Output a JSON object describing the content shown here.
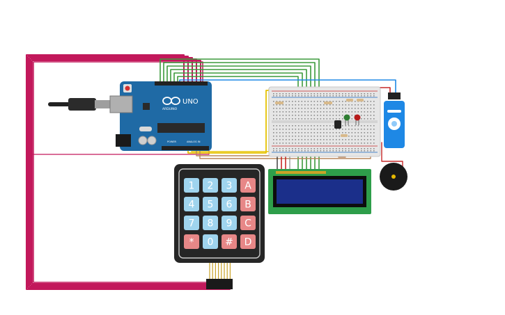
{
  "arduino": {
    "model_label": "UNO",
    "brand_label": "ARDUINO",
    "power_label": "POWER",
    "analog_label": "ANALOG IN"
  },
  "keypad": {
    "keys": [
      [
        "1",
        "2",
        "3",
        "A"
      ],
      [
        "4",
        "5",
        "6",
        "B"
      ],
      [
        "7",
        "8",
        "9",
        "C"
      ],
      [
        "*",
        "0",
        "#",
        "D"
      ]
    ]
  },
  "colors": {
    "board": "#1f6aa5",
    "wire_magenta": "#c2185b",
    "wire_green": "#3c9a3c",
    "wire_yellow": "#e6c300",
    "wire_red": "#c62828",
    "wire_blue": "#1e88e5",
    "wire_brown": "#b8865b",
    "key_blue": "#9fd4ee",
    "key_red": "#e78787",
    "lcd_pcb": "#2e9e4a",
    "lcd_screen": "#1b2f8a"
  }
}
